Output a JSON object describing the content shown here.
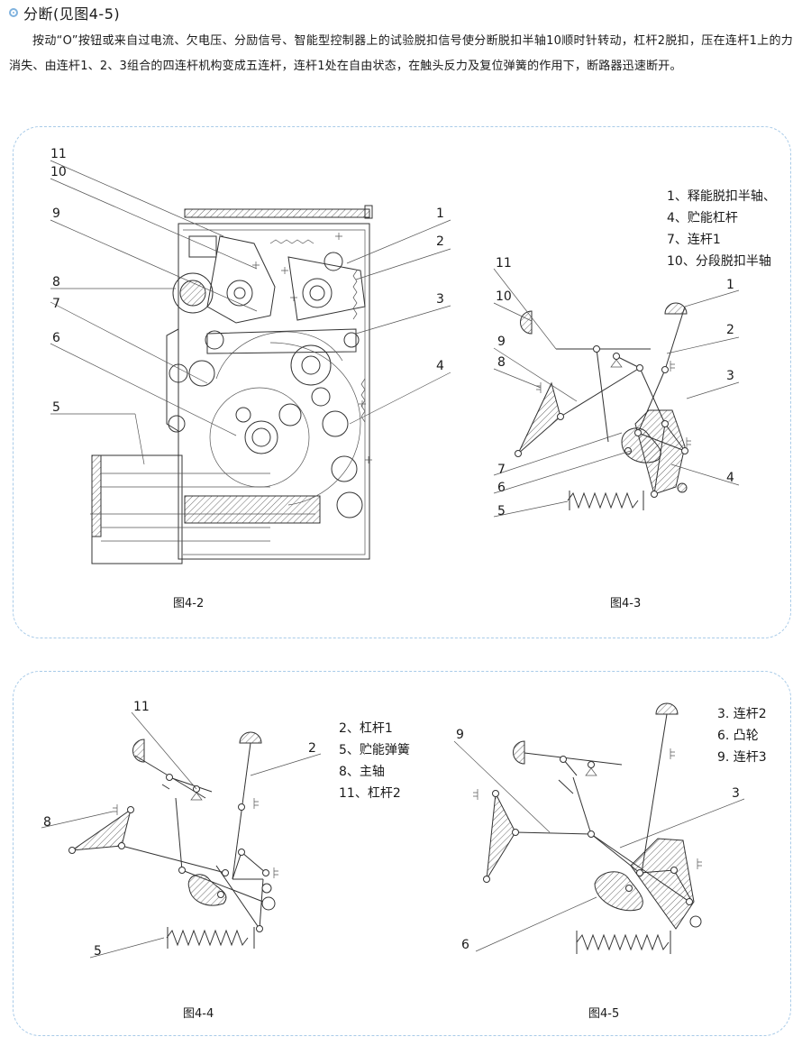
{
  "section": {
    "title": "分断(见图4-5)"
  },
  "paragraph": "按动“O”按钮或来自过电流、欠电压、分励信号、智能型控制器上的试验脱扣信号使分断脱扣半轴10顺时针转动，杠杆2脱扣，压在连杆1上的力消失、由连杆1、2、3组合的四连杆机构变成五连杆，连杆1处在自由状态，在触头反力及复位弹簧的作用下，断路器迅速断开。",
  "fig42": {
    "caption": "图4-2",
    "labels": [
      "11",
      "10",
      "9",
      "8",
      "7",
      "6",
      "5",
      "1",
      "2",
      "3",
      "4"
    ]
  },
  "fig43": {
    "caption": "图4-3",
    "legend": [
      "1、释能脱扣半轴、",
      "4、贮能杠杆",
      "7、连杆1",
      "10、分段脱扣半轴"
    ],
    "labels": [
      "11",
      "10",
      "9",
      "8",
      "7",
      "6",
      "5",
      "1",
      "2",
      "3",
      "4"
    ]
  },
  "fig44": {
    "caption": "图4-4",
    "legend": [
      "2、杠杆1",
      "5、贮能弹簧",
      "8、主轴",
      "11、杠杆2"
    ],
    "labels": [
      "11",
      "2",
      "8",
      "5"
    ]
  },
  "fig45": {
    "caption": "图4-5",
    "legend": [
      "3. 连杆2",
      "6. 凸轮",
      "9. 连杆3"
    ],
    "labels": [
      "9",
      "3",
      "6"
    ]
  }
}
